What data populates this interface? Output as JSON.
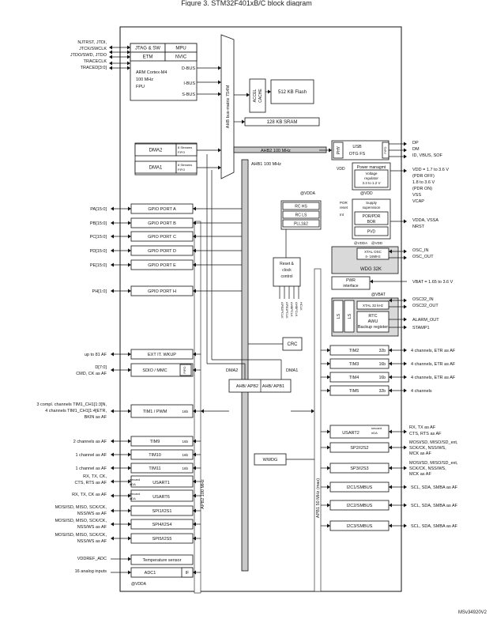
{
  "caption": "Figure 3. STM32F401xB/C block diagram",
  "ref": "MSv34920V2",
  "blocks": {
    "jtag": "JTAG & SW",
    "mpu": "MPU",
    "etm": "ETM",
    "nvic": "NVIC",
    "cortex": [
      "ARM Cortex-M4",
      "100 MHz",
      "FPU"
    ],
    "dbus": "D-BUS",
    "ibus": "I-BUS",
    "sbus": "S-BUS",
    "ahb_matrix": "AHB bus-matrix 7S4M",
    "accel": [
      "ACCEL",
      "CACHE"
    ],
    "flash": "512 KB Flash",
    "sram": "128 KB SRAM",
    "dma2": "DMA2",
    "dma1": "DMA1",
    "streams": [
      "8 Streams",
      "FIFO"
    ],
    "ahb2": "AHB2 100 MHz",
    "ahb1": "AHB1 100 MHz",
    "phy": "PHY",
    "usb": [
      "USB",
      "OTG FS"
    ],
    "fifo": "FIFO",
    "vdd": "VDD",
    "power_mgmt": "Power managmt",
    "vreg": [
      "Voltage",
      "regulator",
      "3.3 to 1.2 V"
    ],
    "at_vdd": "@VDD",
    "vdda_top": "@VDDA",
    "rc_hs": "RC HS",
    "rc_ls": "RC LS",
    "pll": "PLL1&2",
    "por_reset": [
      "POR",
      "reset"
    ],
    "int": "Int",
    "supply": [
      "Supply",
      "supervision"
    ],
    "por_bor": [
      "POR/PDR",
      "BOR"
    ],
    "pvd": "PVD",
    "at_vdda_vdd": [
      "@VDDA",
      "@VDD"
    ],
    "xtal_osc": [
      "XTAL OSC",
      "4- 16MHz"
    ],
    "wdg": "WDG 32K",
    "reset_clock": [
      "Reset &",
      "clock",
      "control"
    ],
    "clock_outs": [
      "APB2PCLK",
      "APB1PCLK",
      "AHBPCLK",
      "AHBFCLK",
      "HCLK"
    ],
    "pwr": [
      "PWR",
      "interface"
    ],
    "vbat_label": "@VBAT",
    "xtal32": "XTAL 32 kHz",
    "ls": "LS",
    "rtc": [
      "RTC",
      "AWU",
      "Backup register"
    ],
    "crc": "CRC",
    "dma2_label": "DMA2",
    "dma1_label": "DMA1",
    "ahb_apb2": "AHB/ APB2",
    "ahb_apb1": "AHB/ APB1",
    "apb2_bus": "APB2 100 MHz",
    "apb1_bus": "APB1 50 MHz (max)",
    "exti": "EXT IT. WKUP",
    "sdio": "SDIO / MMC",
    "tim1": "TIM1 / PWM",
    "tim9": "TIM9",
    "tim10": "TIM10",
    "tim11": "TIM11",
    "usart1": "USART1",
    "usart6": "USART6",
    "spi1": "SPI1/I2S1",
    "spi4": "SPI4/I2S4",
    "spi5": "SPI5/I2S5",
    "smcard": [
      "smcard",
      "irDA"
    ],
    "temp": "Temperature sensor",
    "adc1": "ADC1",
    "if": "IF",
    "at_vdda": "@VDDA",
    "tim2": "TIM2",
    "tim3": "TIM3",
    "tim4": "TIM4",
    "tim5": "TIM5",
    "b32": "32b",
    "b16": "16b",
    "usart2": "USART2",
    "wwdg": "WWDG",
    "spi2": "SP2/I2S2",
    "spi3": "SP3/I2S3",
    "i2c1": "I2C1/SMBUS",
    "i2c2": "I2C2/SMBUS",
    "i2c3": "I2C3/SMBUS",
    "gpio": [
      "GPIO PORT A",
      "GPIO PORT B",
      "GPIO PORT C",
      "GPIO PORT D",
      "GPIO PORT E",
      "GPIO PORT H"
    ]
  },
  "left_signals": {
    "jtag": [
      "NJTRST, JTDI,",
      "JTCK/SWCLK",
      "JTDO/SWD, JTDO",
      "TRACECLK",
      "TRACED[3:0]"
    ],
    "gpio": [
      "PA[15:0]",
      "PB[15:0]",
      "PC[15:0]",
      "PD[15:0]",
      "PE[15:0]",
      "PH[1:0]"
    ],
    "exti": "up to 81 AF",
    "sdio": [
      "D[7:0]",
      "CMD, CK as AF"
    ],
    "tim1": [
      "3 compl. channels TIM1_CH1[1:3]N,",
      "4 channels TIM1_CH1[1:4]ETR,",
      "BKIN as AF"
    ],
    "tim9": "2 channels as AF",
    "tim10": "1 channel as AF",
    "tim11": "1 channel as AF",
    "usart1": [
      "RX, TX, CK,",
      "CTS, RTS as AF"
    ],
    "usart6": "RX, TX, CK as AF",
    "spi": [
      "MOSI/SD, MISO, SCK/CK,",
      "NSS/WS as AF"
    ],
    "vdd_ref": "VDDREF_ADC",
    "analog": "16 analog inputs"
  },
  "right_signals": {
    "usb": [
      "DP",
      "DM",
      "ID, VBUS, SOF"
    ],
    "power": [
      "VDD = 1.7 to 3.6 V",
      "(PDR OFF)",
      "1.8 to 3.6 V",
      "(PDR ON)",
      "VSS",
      "VCAP"
    ],
    "vdda": [
      "VDDA, VSSA",
      "NRST"
    ],
    "osc": [
      "OSC_IN",
      "OSC_OUT"
    ],
    "vbat": "VBAT = 1.65 to 3.6 V",
    "osc32": [
      "OSC32_IN",
      "OSC32_OUT"
    ],
    "alarm": [
      "ALARM_OUT",
      "STAMP1"
    ],
    "tim_etr": "4 channels, ETR as AF",
    "tim5": "4 channels",
    "usart2": [
      "RX, TX as AF",
      "CTS, RTS as AF"
    ],
    "spi2": [
      "MOSI/SD, MISO/SD_ext,",
      "SCK/CK, NSS/WS,",
      "MCK as AF"
    ],
    "i2c": "SCL, SDA, SMBA as AF"
  }
}
